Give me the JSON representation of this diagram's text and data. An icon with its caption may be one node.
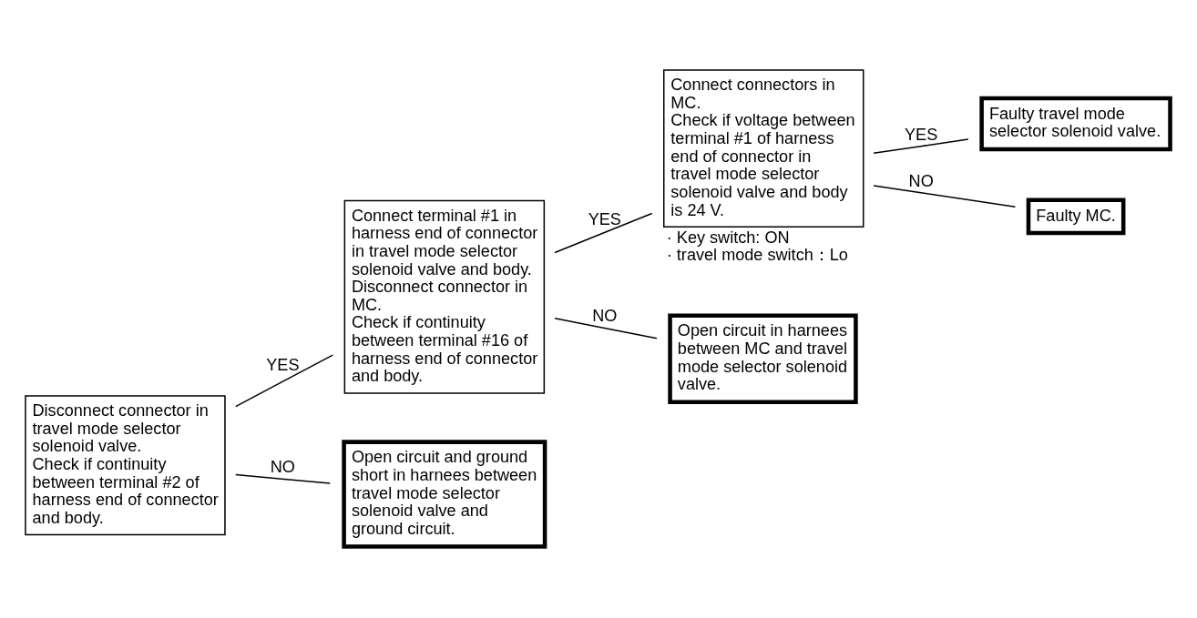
{
  "diagram": {
    "nodes": [
      {
        "text": [
          "Disconnect connector in travel mode selector solenoid valve.",
          "Check if continuity between terminal #2 of harness end of connector and body."
        ]
      },
      {
        "text": [
          "Connect terminal #1 in harness end of connector in travel mode selector solenoid valve and body.",
          "Disconnect connector in MC.",
          "Check if continuity between terminal #16 of harness end of connector and body."
        ]
      },
      {
        "text": [
          "Connect connectors in MC.",
          "Check if voltage between terminal #1 of harness end of connector in travel mode selector solenoid valve and body is 24 V."
        ],
        "beside": [
          "· Key switch: ON",
          "· travel mode switch：Lo"
        ]
      },
      {
        "text": [
          "Faulty travel mode selector solenoid valve."
        ]
      },
      {
        "text": [
          "Faulty MC."
        ]
      },
      {
        "text": [
          "Open circuit in harnees between MC and travel mode selector solenoid valve."
        ]
      },
      {
        "text": [
          "Open circuit and ground short in harnees between travel mode selector solenoid valve and ground circuit."
        ]
      }
    ],
    "edges": [
      {
        "from": 0,
        "to": 1,
        "arrow": "none",
        "label": "YES"
      },
      {
        "from": 0,
        "to": 6,
        "arrow": "none",
        "label": "NO"
      },
      {
        "from": 1,
        "to": 2,
        "arrow": "none",
        "label": "YES"
      },
      {
        "from": 1,
        "to": 5,
        "arrow": "none",
        "label": "NO"
      },
      {
        "from": 2,
        "to": 3,
        "arrow": "none",
        "label": "YES"
      },
      {
        "from": 2,
        "to": 4,
        "arrow": "none",
        "label": "NO"
      }
    ]
  }
}
